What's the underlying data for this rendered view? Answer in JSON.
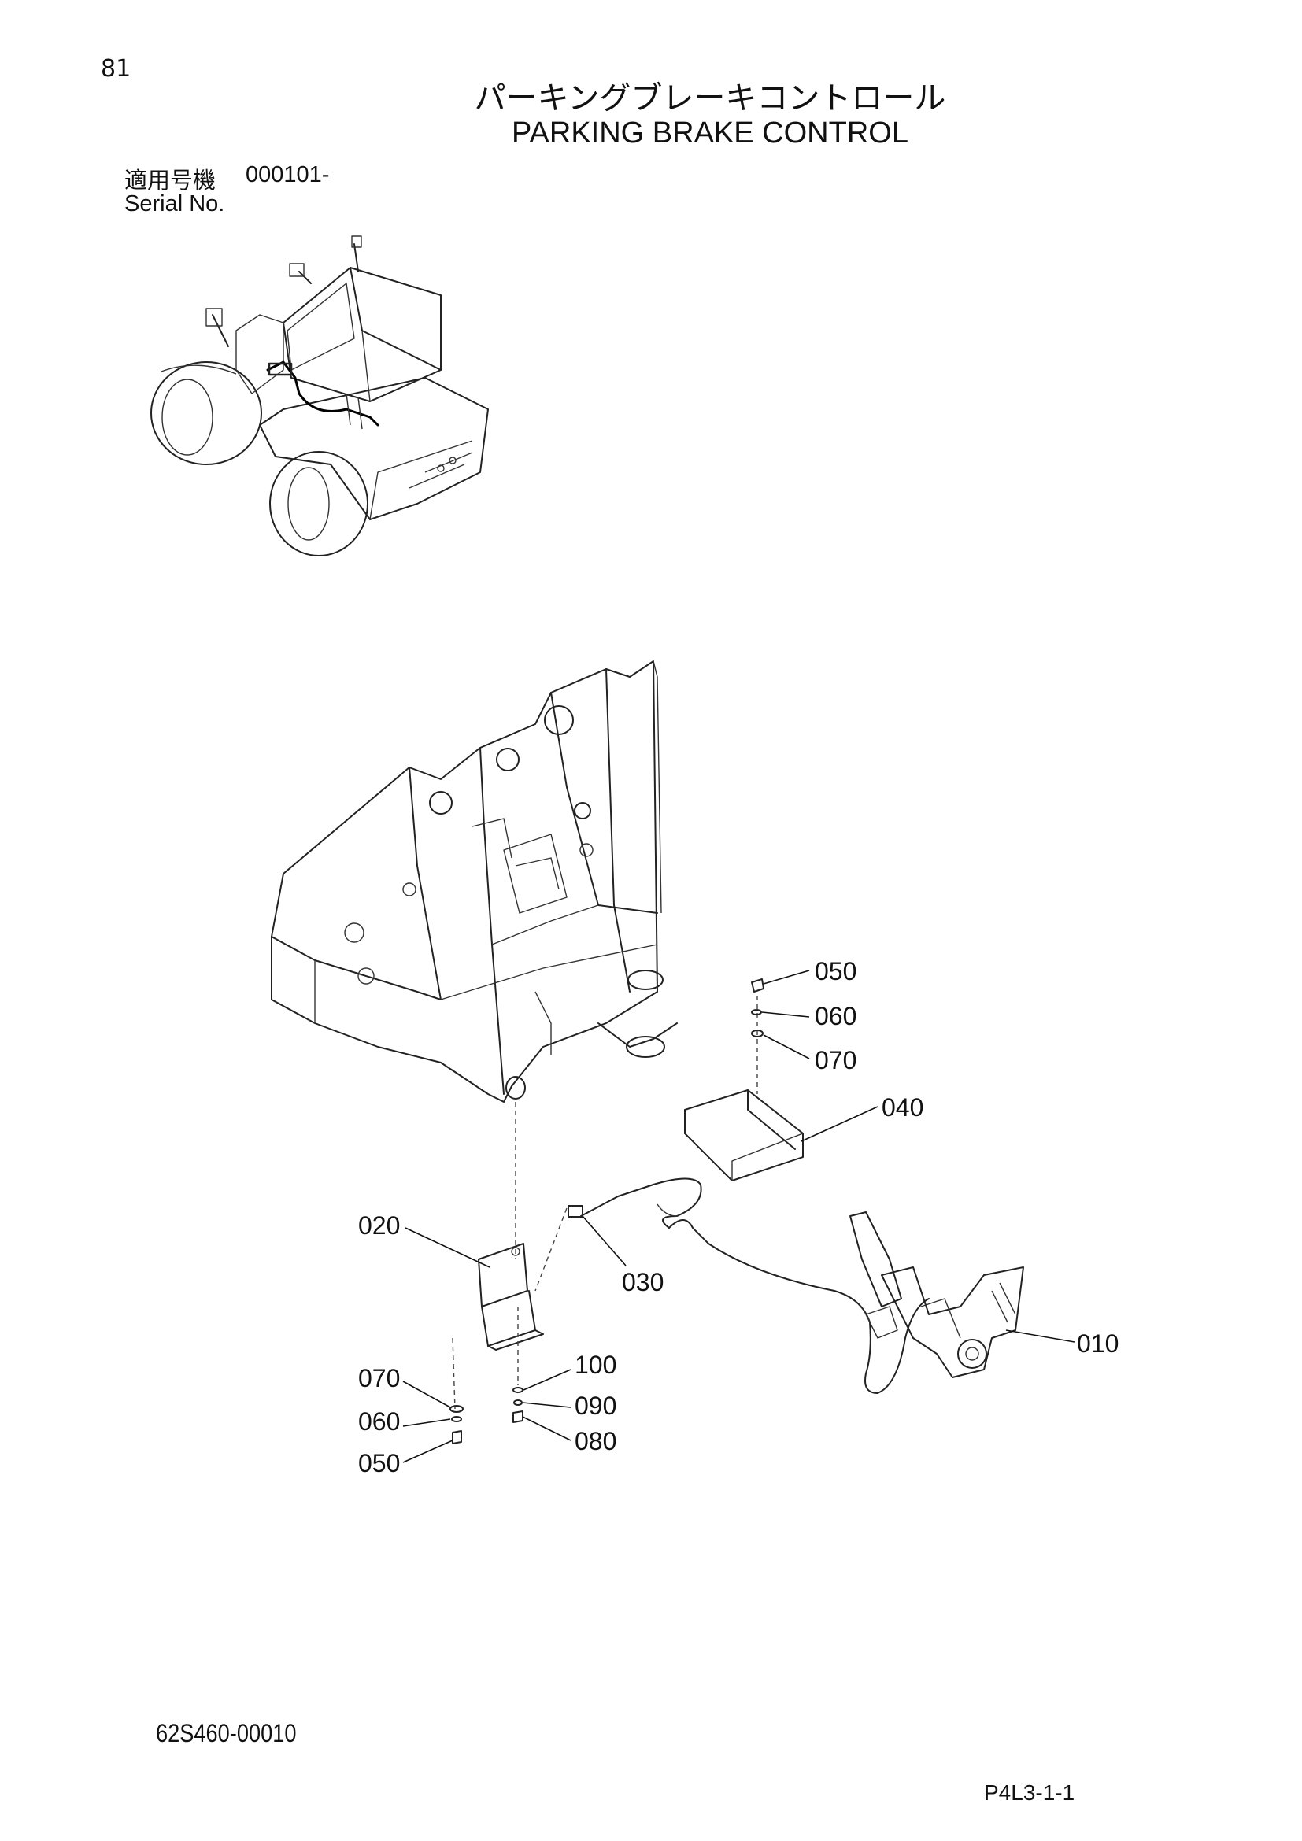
{
  "header": {
    "page_number": "81",
    "title_jp": "パーキングブレーキコントロール",
    "title_en": "PARKING BRAKE CONTROL"
  },
  "serial": {
    "label_jp": "適用号機",
    "value": "000101-",
    "label_en": "Serial No."
  },
  "callouts": {
    "c050_top": "050",
    "c060_top": "060",
    "c070_top": "070",
    "c040": "040",
    "c020": "020",
    "c030": "030",
    "c010": "010",
    "c100": "100",
    "c090": "090",
    "c080": "080",
    "c070_bottom": "070",
    "c060_bottom": "060",
    "c050_bottom": "050"
  },
  "footer": {
    "drawing_code": "62S460-00010",
    "page_ref": "P4L3-1-1"
  }
}
